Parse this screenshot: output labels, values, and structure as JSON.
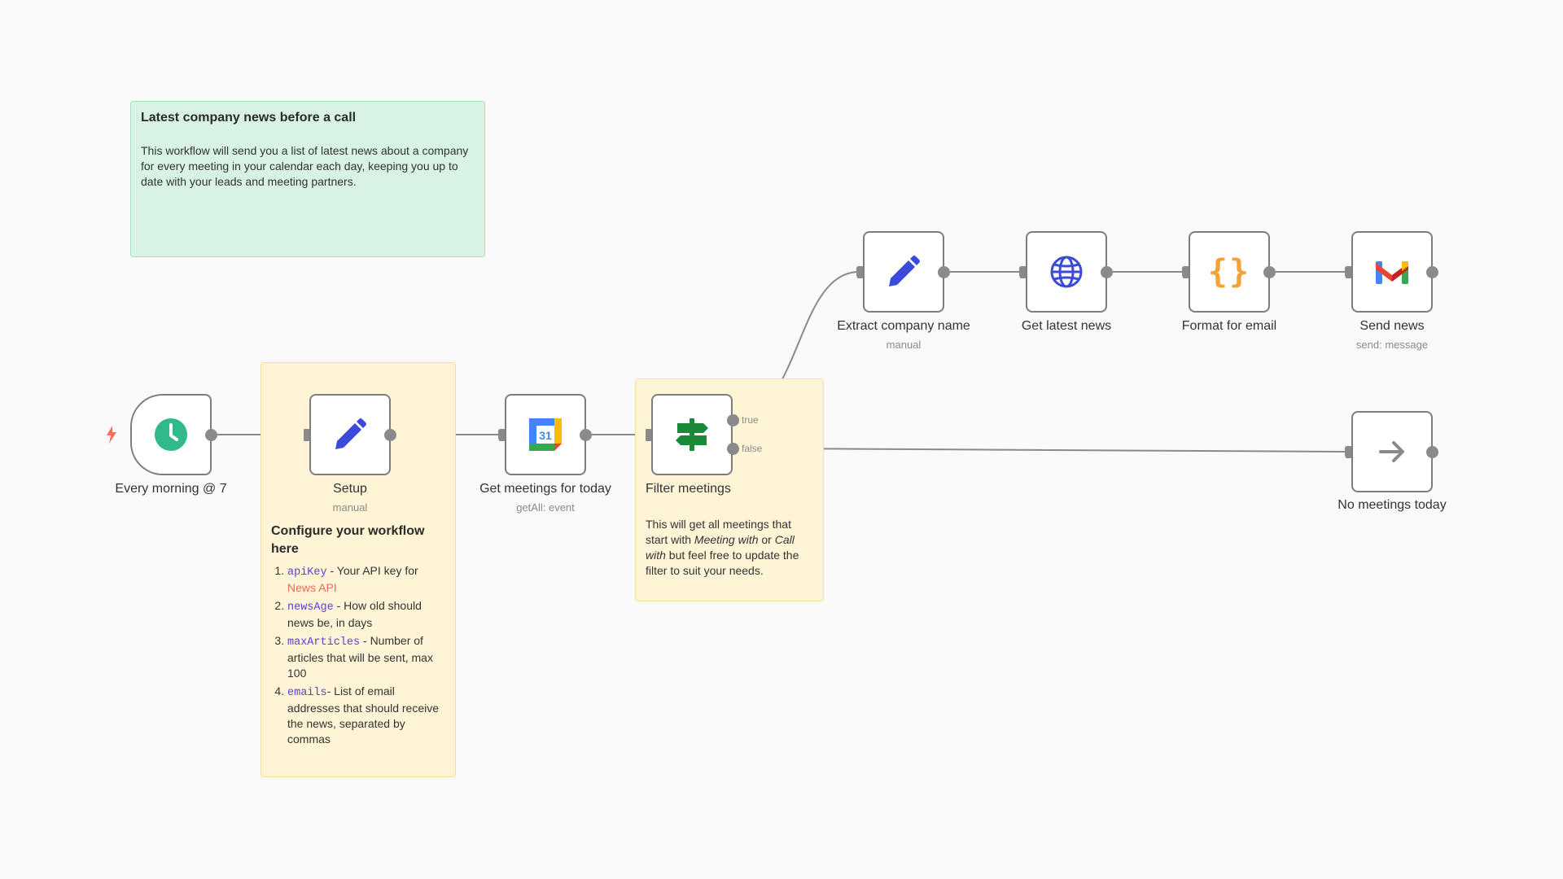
{
  "colors": {
    "canvas_bg": "#fafafa",
    "edge": "#8a8a8a",
    "node_border": "#7d7d7d",
    "sticky_green": "#d8f3e4",
    "sticky_yellow": "#fff4d6",
    "code_purple": "#5c3ed6",
    "link_red": "#ea6a5a",
    "trigger_bolt": "#ff6d5a"
  },
  "sticky_intro": {
    "title": "Latest company news before a call",
    "body": "This workflow will send you a list of latest news about a company for every meeting in your calendar each day, keeping you up to date with your leads and meeting partners."
  },
  "sticky_setup": {
    "title": "Configure your workflow here",
    "items": [
      {
        "code": "apiKey",
        "text": " - Your API key for ",
        "link": "News API"
      },
      {
        "code": "newsAge",
        "text": " - How old should news be, in days"
      },
      {
        "code": "maxArticles",
        "text": " - Number of articles that will be sent, max 100"
      },
      {
        "code": "emails",
        "text": "- List of email addresses that should receive the news, separated by commas"
      }
    ]
  },
  "sticky_filter": {
    "body_1": "This will get all meetings that start with ",
    "em_1": "Meeting with",
    "body_2": " or ",
    "em_2": "Call with",
    "body_3": " but feel free to update the filter to suit your needs."
  },
  "nodes": {
    "trigger": {
      "label": "Every morning @ 7",
      "icon": "clock-icon"
    },
    "setup": {
      "label": "Setup",
      "sub": "manual",
      "icon": "pencil-icon"
    },
    "get_meetings": {
      "label": "Get meetings for today",
      "sub": "getAll: event",
      "icon": "google-calendar-icon",
      "icon_text": "31"
    },
    "filter": {
      "label": "Filter meetings",
      "icon": "signpost-icon",
      "true_label": "true",
      "false_label": "false"
    },
    "extract": {
      "label": "Extract company name",
      "sub": "manual",
      "icon": "pencil-icon"
    },
    "news": {
      "label": "Get latest news",
      "icon": "globe-icon"
    },
    "format": {
      "label": "Format for email",
      "icon": "code-braces-icon",
      "icon_text": "{}"
    },
    "send": {
      "label": "Send news",
      "sub": "send: message",
      "icon": "gmail-icon"
    },
    "none": {
      "label": "No meetings today",
      "icon": "arrow-right-icon"
    }
  }
}
